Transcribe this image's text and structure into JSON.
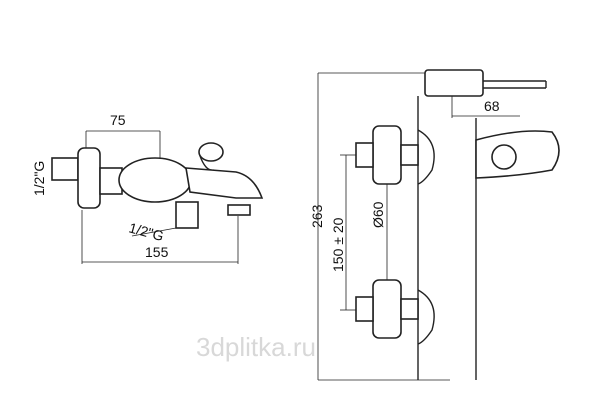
{
  "dimensions": {
    "side_width": "75",
    "inlet_thread_left": "1/2\"G",
    "outlet_thread": "1/2\"G",
    "total_length": "155",
    "total_height": "263",
    "connection_spacing": "150 ± 20",
    "flange_diameter": "Ø60",
    "spout_projection": "68"
  },
  "watermark": "3dplitka.ru"
}
